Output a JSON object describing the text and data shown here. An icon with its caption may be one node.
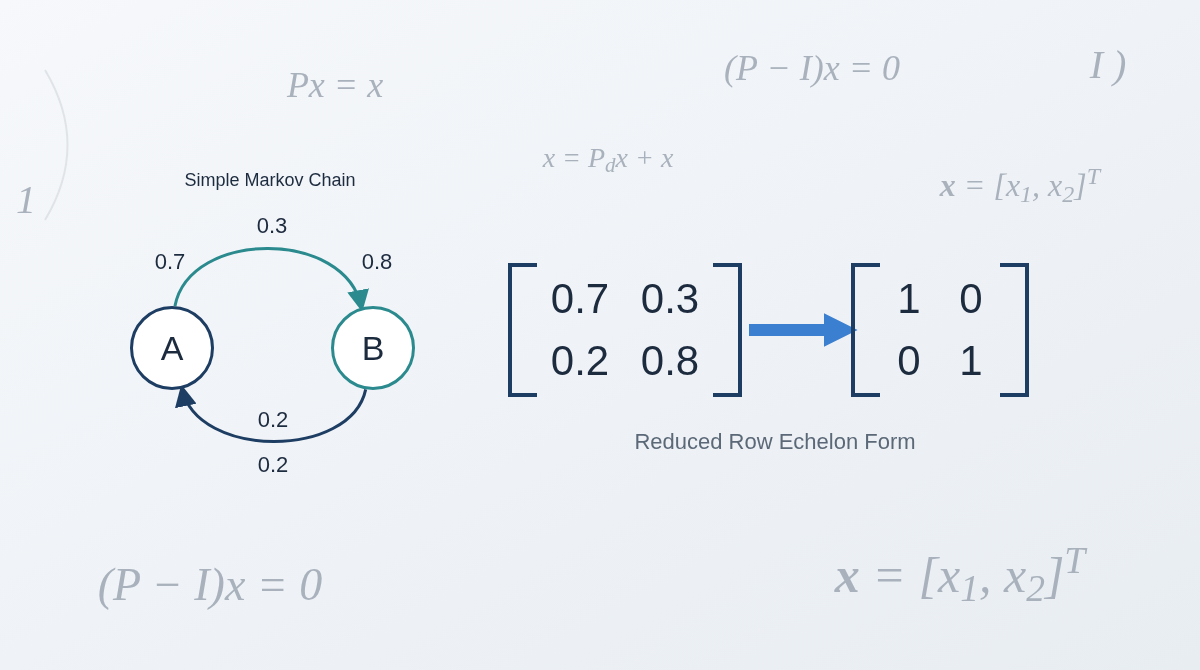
{
  "diagram": {
    "title": "Simple Markov Chain",
    "caption": "Reduced Row Echelon Form",
    "nodes": [
      {
        "text": [
          "A"
        ]
      },
      {
        "text": [
          "B"
        ]
      },
      {
        "text": [
          "0.7",
          "0.3",
          "0.2",
          "0.8"
        ]
      },
      {
        "text": [
          "1",
          "0",
          "0",
          "1"
        ]
      }
    ],
    "edges": [
      {
        "from": 0,
        "to": 1,
        "arrow": "to",
        "label": "0.3",
        "color": "#2a8a8e"
      },
      {
        "from": 1,
        "to": 0,
        "arrow": "to",
        "label": "0.2",
        "color": "#1d3d63"
      },
      {
        "from": 2,
        "to": 3,
        "arrow": "to",
        "style": "thick",
        "color": "#3a7fd0"
      }
    ],
    "labels": [
      "Px = x",
      "(P − I)x = 0",
      "I )",
      "1",
      "x = P$_{d}$x + x",
      "**x** = [x$_{1}$, x$_{2}$]$^{T}$",
      "0.7",
      "0.8",
      "0.2",
      "(P − I)x = 0",
      "**x** = [x$_{1}$, x$_{2}$]$^{T}$"
    ]
  }
}
